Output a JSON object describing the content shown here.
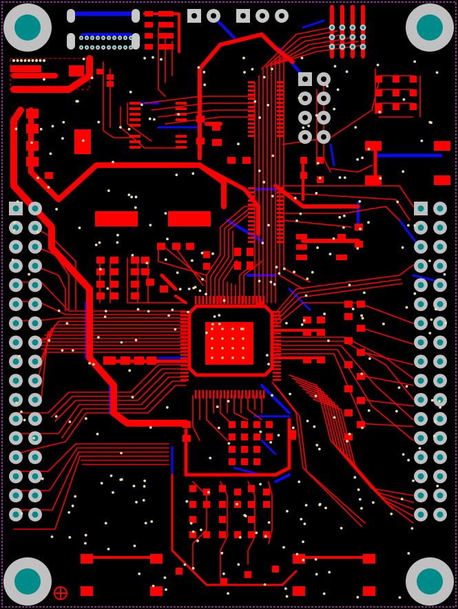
{
  "board": {
    "colors": {
      "background": "#000000",
      "outline": "#c040c0",
      "top_copper": "#ff0000",
      "bottom_copper": "#0000ff",
      "pad": "#c0c0c0",
      "drill": "#008b8b",
      "via": "#e8e0a0"
    },
    "layers": [
      "top-copper",
      "bottom-copper",
      "pads",
      "vias",
      "mounting-holes",
      "board-outline"
    ],
    "mounting_holes": 4,
    "header_columns": 4,
    "header_rows": 17,
    "qfp_package": "QFP"
  }
}
